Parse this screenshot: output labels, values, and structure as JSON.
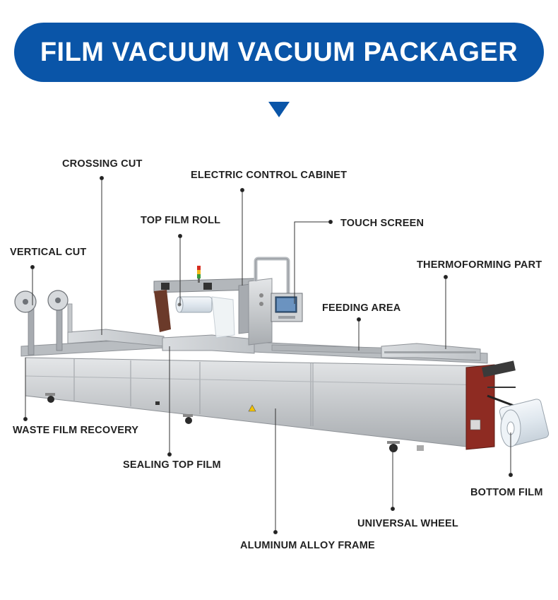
{
  "title": "FILM VACUUM VACUUM PACKAGER",
  "colors": {
    "banner": "#0a55a8",
    "text": "#222222",
    "machine": "#c9cbcd"
  },
  "labels": {
    "crossing_cut": "CROSSING CUT",
    "electric_control_cabinet": "ELECTRIC CONTROL CABINET",
    "top_film_roll": "TOP FILM ROLL",
    "touch_screen": "TOUCH  SCREEN",
    "vertical_cut": "VERTICAL CUT",
    "thermoforming_part": "THERMOFORMING PART",
    "feeding_area": "FEEDING AREA",
    "waste_film_recovery": "WASTE FILM RECOVERY",
    "sealing_top_film": "SEALING TOP FILM",
    "bottom_film": "BOTTOM FILM",
    "universal_wheel": "UNIVERSAL WHEEL",
    "aluminum_alloy_frame": "ALUMINUM ALLOY FRAME"
  }
}
